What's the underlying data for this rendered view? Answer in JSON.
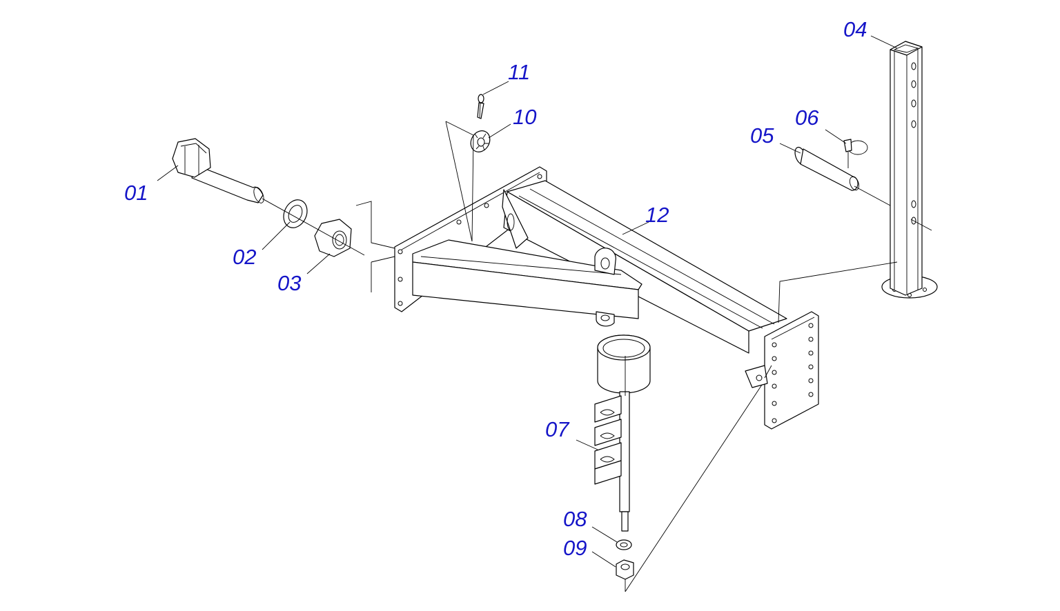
{
  "colors": {
    "callout": "#1515c8",
    "line": "#000000",
    "background": "#ffffff"
  },
  "callouts": [
    "01",
    "02",
    "03",
    "04",
    "05",
    "06",
    "07",
    "08",
    "09",
    "10",
    "11",
    "12"
  ]
}
